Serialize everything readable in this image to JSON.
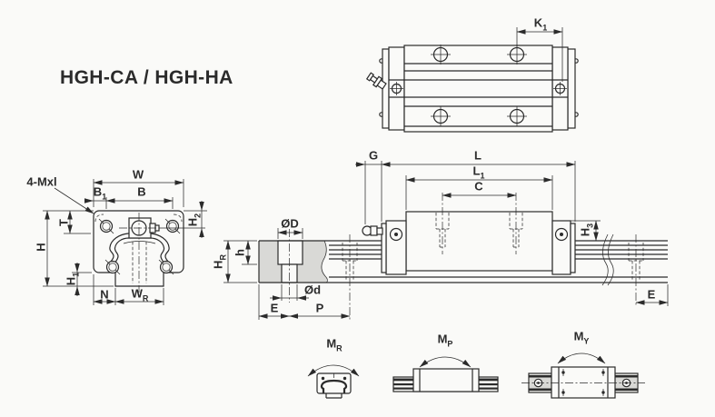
{
  "title": "HGH-CA / HGH-HA",
  "colors": {
    "line": "#2b2b2b",
    "rail_fill": "#d9d9d6",
    "background": "#fafaf8"
  },
  "dims": {
    "k1": {
      "base": "K",
      "sub": "1"
    },
    "w": {
      "base": "W",
      "sub": ""
    },
    "b": {
      "base": "B",
      "sub": ""
    },
    "b1": {
      "base": "B",
      "sub": "1"
    },
    "mxl": {
      "base": "4-Mxl",
      "sub": ""
    },
    "t": {
      "base": "T",
      "sub": ""
    },
    "h_cap": {
      "base": "H",
      "sub": ""
    },
    "h1": {
      "base": "H",
      "sub": "1"
    },
    "h2": {
      "base": "H",
      "sub": "2"
    },
    "h3": {
      "base": "H",
      "sub": "3"
    },
    "n": {
      "base": "N",
      "sub": ""
    },
    "wr": {
      "base": "W",
      "sub": "R"
    },
    "od_major": {
      "base": "ØD",
      "sub": ""
    },
    "od_minor": {
      "base": "Ød",
      "sub": ""
    },
    "h_lower": {
      "base": "h",
      "sub": ""
    },
    "hr": {
      "base": "H",
      "sub": "R"
    },
    "e_section": {
      "base": "E",
      "sub": ""
    },
    "p": {
      "base": "P",
      "sub": ""
    },
    "g": {
      "base": "G",
      "sub": ""
    },
    "l": {
      "base": "L",
      "sub": ""
    },
    "l1": {
      "base": "L",
      "sub": "1"
    },
    "c": {
      "base": "C",
      "sub": ""
    },
    "e_rail": {
      "base": "E",
      "sub": ""
    }
  },
  "moments": {
    "mr": {
      "base": "M",
      "sub": "R"
    },
    "mp": {
      "base": "M",
      "sub": "P"
    },
    "my": {
      "base": "M",
      "sub": "Y"
    }
  }
}
